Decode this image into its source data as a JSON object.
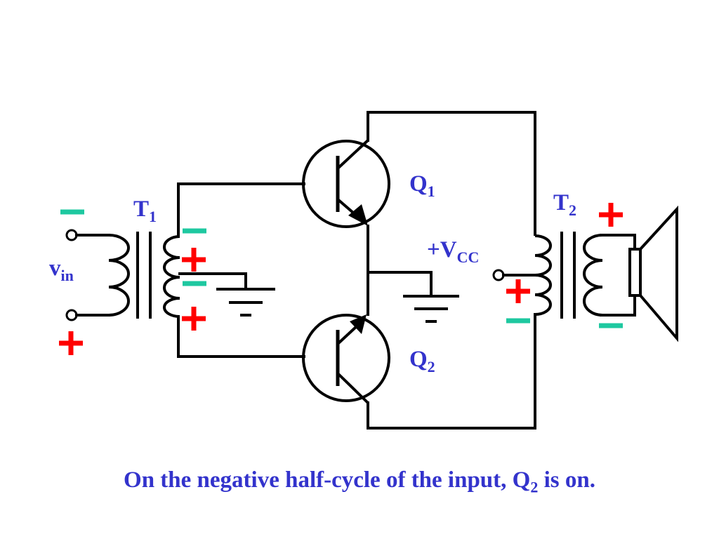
{
  "labels": {
    "t1_main": "T",
    "t1_sub": "1",
    "t2_main": "T",
    "t2_sub": "2",
    "q1_main": "Q",
    "q1_sub": "1",
    "q2_main": "Q",
    "q2_sub": "2",
    "vin_main": "v",
    "vin_sub": "in",
    "vcc_main": "+V",
    "vcc_sub": "CC"
  },
  "caption": {
    "before": "On the negative half-cycle of the input, Q",
    "sub": "2",
    "after": " is on."
  },
  "colors": {
    "label": "#3333cc",
    "plus": "#ff0000",
    "minus": "#1ec8a0",
    "wire": "#000000"
  }
}
